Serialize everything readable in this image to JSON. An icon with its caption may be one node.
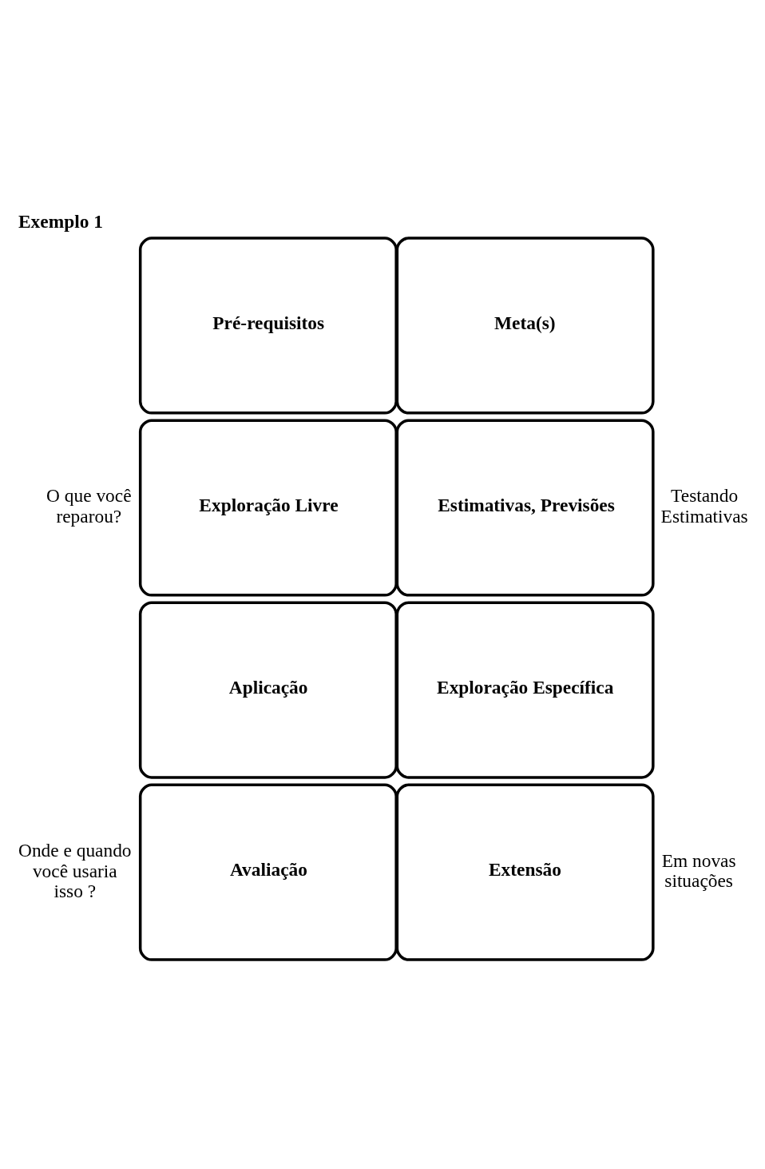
{
  "diagram": {
    "title": "Exemplo 1",
    "nodes": [
      {
        "text": [
          "Meta(s)"
        ]
      },
      {
        "text": [
          "Pré-requisitos"
        ]
      },
      {
        "text": [
          "Exploração Livre"
        ],
        "beside": [
          "O que você reparou?"
        ]
      },
      {
        "text": [
          "Estimativas, Previsões"
        ],
        "beside": [
          "Testando Estimativas"
        ]
      },
      {
        "text": [
          "Exploração Específica"
        ]
      },
      {
        "text": [
          "Aplicação"
        ]
      },
      {
        "text": [
          "Avaliação"
        ],
        "beside": [
          "Onde e quando você usaria isso ?"
        ]
      },
      {
        "text": [
          "Extensão"
        ],
        "beside": [
          "Em novas situações"
        ]
      }
    ],
    "edges": []
  }
}
